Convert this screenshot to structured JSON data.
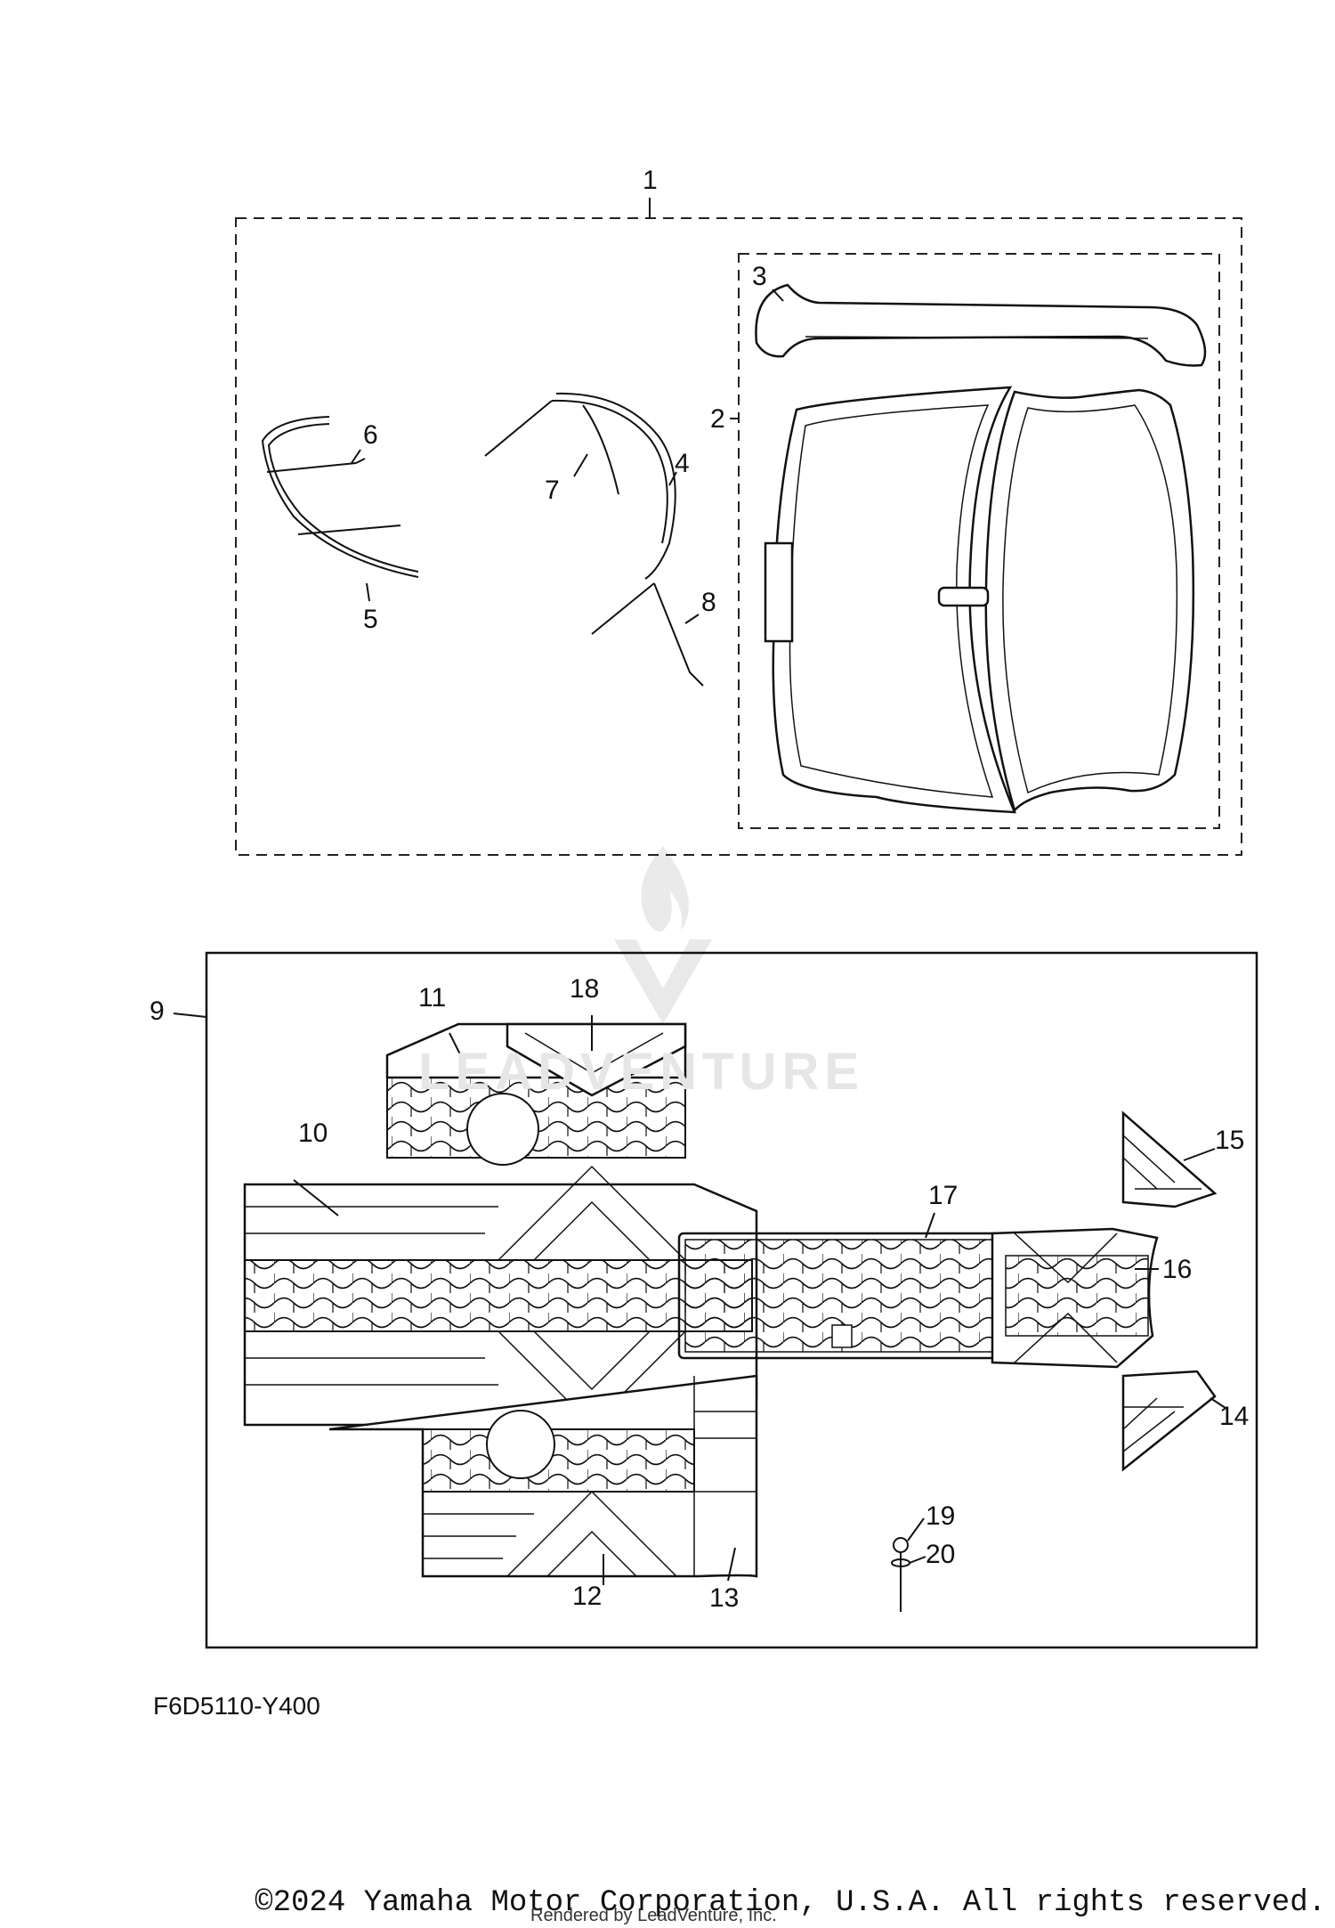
{
  "callouts": {
    "c1": "1",
    "c2": "2",
    "c3": "3",
    "c4": "4",
    "c5": "5",
    "c6": "6",
    "c7": "7",
    "c8": "8",
    "c9": "9",
    "c10": "10",
    "c11": "11",
    "c12": "12",
    "c13": "13",
    "c14": "14",
    "c15": "15",
    "c16": "16",
    "c17": "17",
    "c18": "18",
    "c19": "19",
    "c20": "20"
  },
  "diagram_code": "F6D5110-Y400",
  "copyright": "©2024 Yamaha Motor Corporation, U.S.A. All rights reserved.",
  "rendered_by": "Rendered by LeadVenture, Inc.",
  "watermark": "LEADVENTURE",
  "colors": {
    "ink": "#111111",
    "background": "#ffffff",
    "watermark": "#e6e6e6"
  }
}
